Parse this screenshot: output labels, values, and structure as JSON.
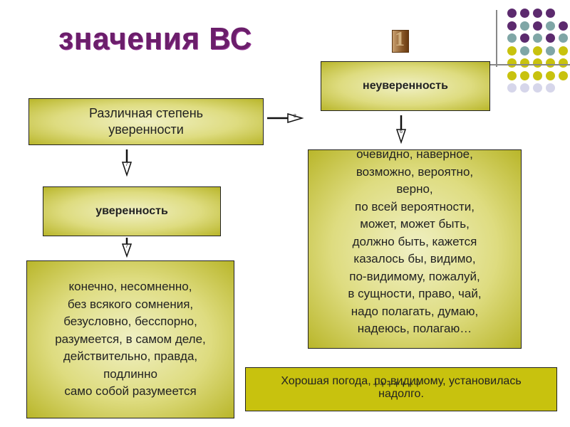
{
  "title": "значения ВС",
  "badge": "1",
  "boxes": {
    "degree": "Различная степень уверенности",
    "uncertainty": "неуверенность",
    "certainty": "уверенность"
  },
  "certainty_words": [
    "конечно, несомненно,",
    "без всякого сомнения,",
    "безусловно, бесспорно,",
    "разумеется, в самом деле,",
    "действительно, правда,",
    "подлинно",
    "само собой разумеется"
  ],
  "uncertainty_words": [
    "очевидно, наверное,",
    "возможно, вероятно,",
    "верно,",
    "по всей вероятности,",
    "может, может быть,",
    "должно быть, кажется",
    "казалось бы, видимо,",
    "по-видимому, пожалуй,",
    "в сущности, право, чай,",
    "надо полагать, думаю,",
    "надеюсь, полагаю…"
  ],
  "example": {
    "line1": "Хорошая погода, по-видимому, установилась",
    "line2": "надолго.",
    "marks": "+++++++"
  },
  "arrow_numbers": {
    "a1": "7",
    "a2": "7",
    "a3": "6",
    "a4": "8"
  },
  "colors": {
    "title": "#6b1e6b",
    "purple_dot": "#5c2a6e",
    "teal_dot": "#7fa6a6",
    "olive_dot": "#c8c20e",
    "lavender_dot": "#d6d6ea",
    "example_bg": "#c8c20e"
  }
}
